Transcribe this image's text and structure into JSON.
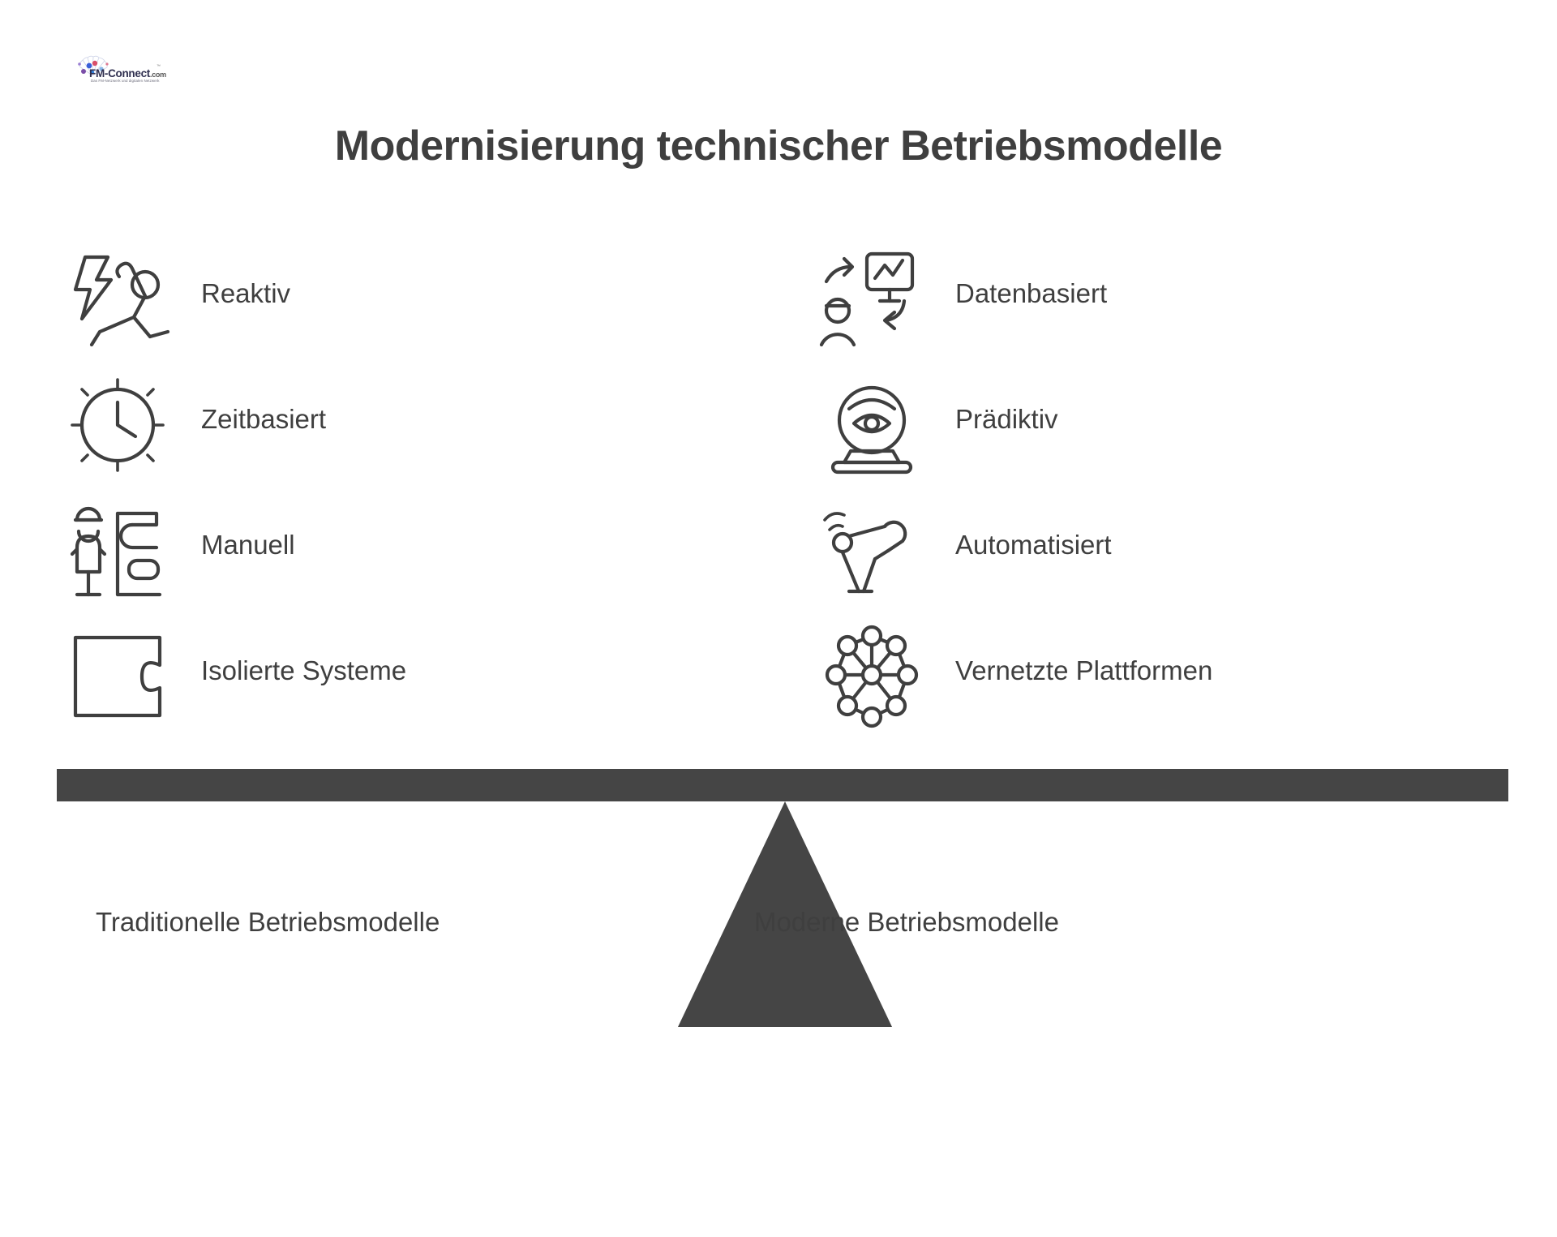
{
  "brand": {
    "name": "FM-Connect",
    "tld": ".com",
    "tagline": "Das FM-Netzwerk und digitalen Netzwerk",
    "trademark": "™",
    "icon": "starburst-logo-icon"
  },
  "header": {
    "title": "Modernisierung technischer Betriebsmodelle"
  },
  "colors": {
    "title": "#3f3f3f",
    "text": "#3f3f3f",
    "beam": "#454545",
    "fulcrum": "#454545",
    "icon_stroke": "#3f3f3f",
    "background": "#ffffff"
  },
  "left_column": {
    "footer_label": "Traditionelle Betriebsmodelle",
    "items": [
      {
        "label": "Reaktiv",
        "icon": "lightning-falling-person-icon"
      },
      {
        "label": "Zeitbasiert",
        "icon": "clock-icon"
      },
      {
        "label": "Manuell",
        "icon": "worker-manual-machine-icon"
      },
      {
        "label": "Isolierte Systeme",
        "icon": "puzzle-piece-icon"
      }
    ]
  },
  "right_column": {
    "footer_label": "Moderne Betriebsmodelle",
    "items": [
      {
        "label": "Datenbasiert",
        "icon": "person-data-monitor-icon"
      },
      {
        "label": "Prädiktiv",
        "icon": "crystal-ball-eye-icon"
      },
      {
        "label": "Automatisiert",
        "icon": "robot-arm-icon"
      },
      {
        "label": "Vernetzte Plattformen",
        "icon": "network-nodes-icon"
      }
    ]
  }
}
